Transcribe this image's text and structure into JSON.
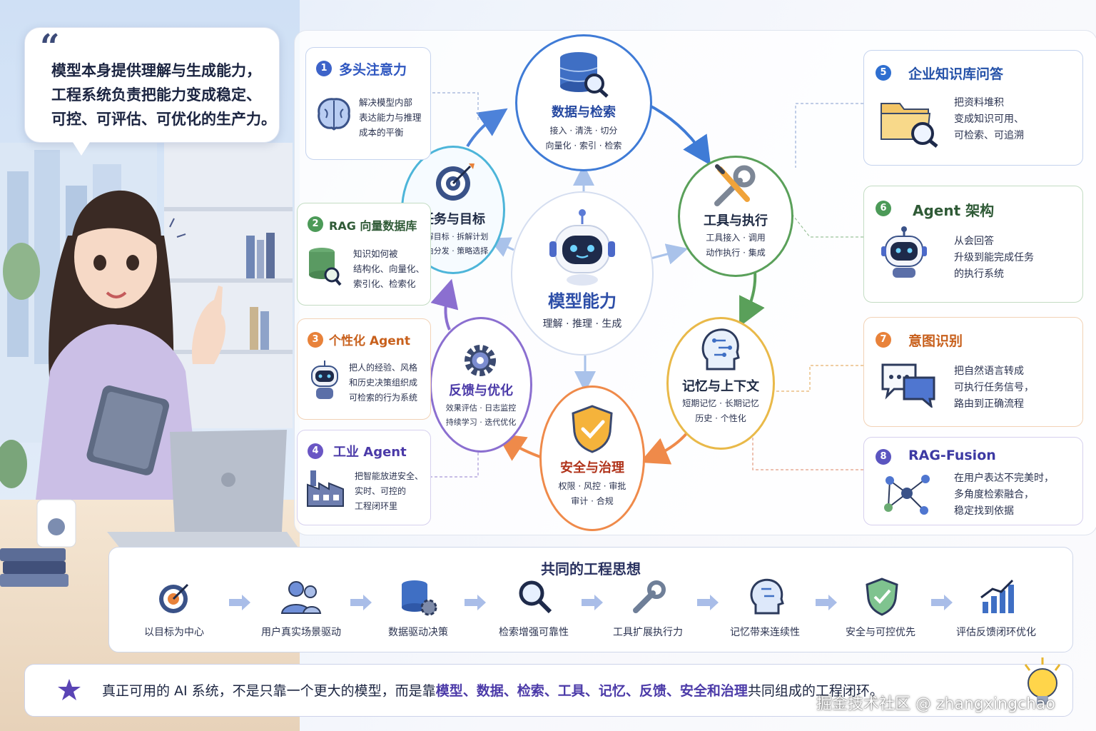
{
  "quote": {
    "text_lines": [
      "模型本身提供理解与生成能力，",
      "工程系统负责把能力变成稳定、",
      "可控、可评估、可优化的生产力。"
    ]
  },
  "center": {
    "title": "模型能力",
    "subtitle": "理解 · 推理 · 生成"
  },
  "cycle": [
    {
      "title": "数据与检索",
      "lines": [
        "接入 · 清洗 · 切分",
        "向量化 · 索引 · 检索"
      ],
      "color": "#3f7bd6"
    },
    {
      "title": "工具与执行",
      "lines": [
        "工具接入 · 调用",
        "动作执行 · 集成"
      ],
      "color": "#5aa05a"
    },
    {
      "title": "记忆与上下文",
      "lines": [
        "短期记忆 · 长期记忆",
        "历史 · 个性化"
      ],
      "color": "#e9b949"
    },
    {
      "title": "安全与治理",
      "lines": [
        "权限 · 风控 · 审批",
        "审计 · 合规"
      ],
      "color": "#ef8a4a"
    },
    {
      "title": "反馈与优化",
      "lines": [
        "效果评估 · 日志监控",
        "持续学习 · 迭代优化"
      ],
      "color": "#8b6fd0"
    },
    {
      "title": "任务与目标",
      "lines": [
        "理解目标 · 拆解计划",
        "路由分发 · 策略选择"
      ],
      "color": "#4db5d9"
    }
  ],
  "cards": [
    {
      "num": "1",
      "title": "多头注意力",
      "lines": [
        "解决模型内部",
        "表达能力与推理",
        "成本的平衡"
      ],
      "color": "#3d63c9"
    },
    {
      "num": "2",
      "title": "RAG 向量数据库",
      "lines": [
        "知识如何被",
        "结构化、向量化、",
        "索引化、检索化"
      ],
      "color": "#4c9a58"
    },
    {
      "num": "3",
      "title": "个性化 Agent",
      "lines": [
        "把人的经验、风格",
        "和历史决策组织成",
        "可检索的行为系统"
      ],
      "color": "#e8823a"
    },
    {
      "num": "4",
      "title": "工业 Agent",
      "lines": [
        "把智能放进安全、",
        "实时、可控的",
        "工程闭环里"
      ],
      "color": "#6a56c4"
    },
    {
      "num": "5",
      "title": "企业知识库问答",
      "lines": [
        "把资料堆积",
        "变成知识可用、",
        "可检索、可追溯"
      ],
      "color": "#2f6fd0"
    },
    {
      "num": "6",
      "title": "Agent 架构",
      "lines": [
        "从会回答",
        "升级到能完成任务",
        "的执行系统"
      ],
      "color": "#4c9a58"
    },
    {
      "num": "7",
      "title": "意图识别",
      "lines": [
        "把自然语言转成",
        "可执行任务信号，",
        "路由到正确流程"
      ],
      "color": "#e8823a"
    },
    {
      "num": "8",
      "title": "RAG-Fusion",
      "lines": [
        "在用户表达不完美时，",
        "多角度检索融合，",
        "稳定找到依据"
      ],
      "color": "#5b55c0"
    }
  ],
  "principles": {
    "title": "共同的工程思想",
    "steps": [
      "以目标为中心",
      "用户真实场景驱动",
      "数据驱动决策",
      "检索增强可靠性",
      "工具扩展执行力",
      "记忆带来连续性",
      "安全与可控优先",
      "评估反馈闭环优化"
    ]
  },
  "summary": {
    "prefix": "真正可用的 AI 系统，不是只靠一个更大的模型，而是靠",
    "terms": [
      "模型",
      "数据",
      "检索",
      "工具",
      "记忆",
      "反馈",
      "安全和治理"
    ],
    "separator": "、",
    "suffix": "共同组成的工程闭环。"
  },
  "watermark": "掘金技术社区 @ zhangxingchao",
  "colors": {
    "accent": "#4b3aa8",
    "navy": "#1b2440"
  }
}
